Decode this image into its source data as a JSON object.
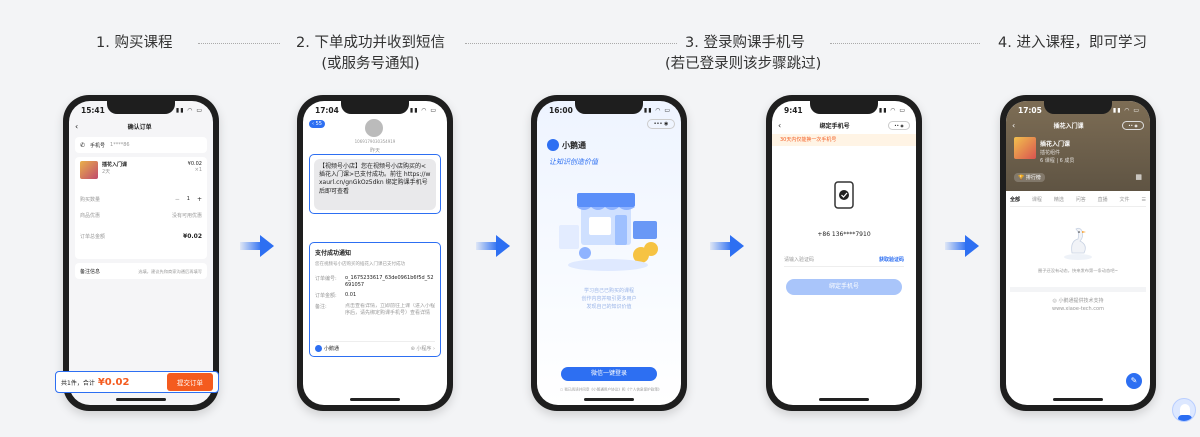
{
  "steps": [
    {
      "line1": "1.  购买课程",
      "line2": ""
    },
    {
      "line1": "2. 下单成功并收到短信",
      "line2": "(或服务号通知)"
    },
    {
      "line1": "3. 登录购课手机号",
      "line2": "(若已登录则该步骤跳过)"
    },
    {
      "line1": "4. 进入课程，即可学习",
      "line2": ""
    }
  ],
  "colors": {
    "accent": "#2d6ff2",
    "orange": "#f45b1f",
    "page_bg": "#f3f4f6"
  },
  "phone1": {
    "time": "15:41",
    "back_icon": "back-icon",
    "title": "确认订单",
    "phone_label": "手机号",
    "phone_value": "1****86",
    "course_name": "插花入门课",
    "course_sub": "2天",
    "course_price": "¥0.02",
    "course_qty": "×1",
    "buy_qty_label": "购买数量",
    "qty_minus": "−",
    "qty_value": "1",
    "qty_plus": "+",
    "discount_label": "商品优惠",
    "discount_value": "没有可用优惠",
    "total_label": "订单总金额",
    "total_value": "¥0.02",
    "remark_label": "备注信息",
    "remark_placeholder": "选填，建议先和商家沟通后再填写",
    "footer_count": "共1件，合计",
    "footer_price": "¥0.02",
    "submit_label": "提交订单"
  },
  "phone2": {
    "time": "17:04",
    "back_count": "55",
    "sender_number": "1069179030354919",
    "sms_date": "昨天",
    "sms_text": "【视频号小店】您在视频号小店购买的<插花入门课>已支付成功。前往 https://wxaurl.cn/gnGkOz5dkn 绑定购课手机号后即可查看",
    "notice_title": "支付成功通知",
    "notice_desc": "您在视频号小店购买的插花入门课已支付成功",
    "order_no_label": "订单编号:",
    "order_no_value": "o_1675233617_63de0961b6f5d_52691057",
    "amount_label": "订单金额:",
    "amount_value": "0.01",
    "remark_label": "备注:",
    "remark_value": "点击查看详情，立即前往上课（进入小程序后，请先绑定购课手机号）查看详情",
    "brand_name": "小鹅通",
    "mini_program": "小程序"
  },
  "phone3": {
    "time": "16:00",
    "brand_name": "小鹅通",
    "slogan": "让知识创造价值",
    "desc_lines": [
      "学习自己已购买的课程",
      "创作内容并吸引更多用户",
      "发现自己的知识价值"
    ],
    "login_button": "微信一键登录",
    "agreement": "我已阅读并同意《小鹅通用户协议》和《个人信息保护政策》"
  },
  "phone4": {
    "time": "9:41",
    "title": "绑定手机号",
    "warning": "30天内仅能换一次手机号",
    "phone_value": "+86 136****7910",
    "code_placeholder": "请输入验证码",
    "get_code": "获取验证码",
    "bind_button": "绑定手机号"
  },
  "phone5": {
    "time": "17:05",
    "title": "插花入门课",
    "course_title": "插花入门课",
    "course_sub": "插花组件",
    "course_meta": "6 课程 | 6 成员",
    "rank_label": "排行榜",
    "tabs": [
      "全部",
      "课程",
      "精选",
      "问答",
      "直播",
      "文件"
    ],
    "empty_text": "圈子还没有动态，快来发布第一条动态吧~",
    "support_text": "小鹅通提供技术支持",
    "support_url": "www.xiaoe-tech.com"
  }
}
